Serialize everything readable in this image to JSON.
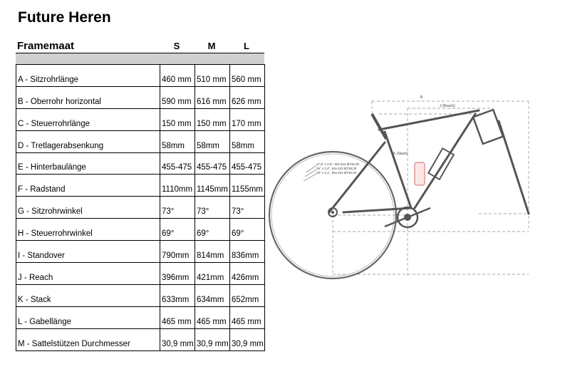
{
  "title": "Future Heren",
  "table": {
    "header": {
      "label": "Framemaat",
      "sizes": [
        "S",
        "M",
        "L"
      ]
    },
    "rows": [
      {
        "name": "A - Sitzrohrlänge",
        "values": [
          "460 mm",
          "510 mm",
          "560 mm"
        ]
      },
      {
        "name": "B - Oberrohr horizontal",
        "values": [
          "590 mm",
          "616 mm",
          "626 mm"
        ]
      },
      {
        "name": "C - Steuerrohrlänge",
        "values": [
          "150 mm",
          "150 mm",
          "170 mm"
        ]
      },
      {
        "name": "D - Tretlagerabsenkung",
        "values": [
          "58mm",
          "58mm",
          "58mm"
        ]
      },
      {
        "name": "E - Hinterbaulänge",
        "values": [
          "455-475",
          "455-475",
          "455-475"
        ]
      },
      {
        "name": "F - Radstand",
        "values": [
          "1110mm",
          "1145mm",
          "1155mm"
        ]
      },
      {
        "name": "G - Sitzrohrwinkel",
        "values": [
          "73°",
          "73°",
          "73°"
        ]
      },
      {
        "name": "H - Steuerrohrwinkel",
        "values": [
          "69°",
          "69°",
          "69°"
        ]
      },
      {
        "name": "I - Standover",
        "values": [
          "790mm",
          "814mm",
          "836mm"
        ]
      },
      {
        "name": "J - Reach",
        "values": [
          "396mm",
          "421mm",
          "426mm"
        ]
      },
      {
        "name": "K - Stack",
        "values": [
          "633mm",
          "634mm",
          "652mm"
        ]
      },
      {
        "name": "L - Gabellänge",
        "values": [
          "465 mm",
          "465 mm",
          "465 mm"
        ]
      },
      {
        "name": "M - Sattelstützen Durchmesser",
        "values": [
          "30,9 mm",
          "30,9 mm",
          "30,9 mm"
        ]
      }
    ]
  },
  "diagram": {
    "labels": {
      "top_letter": "B",
      "reach": "J (Reach)",
      "stack": "K (Stack)",
      "tire1": "27,5\" x 2,8\", 60x 622 Ø735,08",
      "tire2": "29\" x 2,4\", 60x 622 Ø736,00",
      "tire3": "29\" x 2,1\", 55x 622 Ø730,00"
    },
    "colors": {
      "frame": "#555555",
      "dims": "#888888",
      "bottle": "#e08080"
    }
  }
}
